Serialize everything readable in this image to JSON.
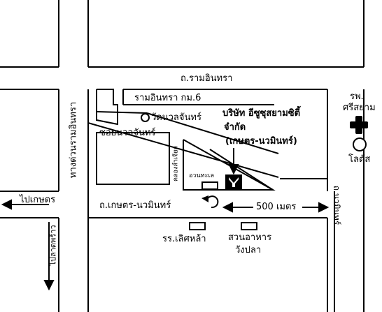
{
  "map": {
    "company": {
      "line1": "บริษัท อีซูซุสยามซิตี้",
      "line2": "จำกัด",
      "line3": "(เกษตร-นวมินทร์)",
      "logo_text": "ISUZU"
    },
    "roads": {
      "ram_inthra_top": "ถ.รามอินทรา",
      "ram_inthra_km6": "รามอินทรา กม.6",
      "soi_nuan_chan": "ซอยนวลจันทร์",
      "express_way": "ทางด่วนรามอินทรา",
      "kaset_nawamin": "ถ.เกษตร-นวมินทร์",
      "nawamin": "ถ.นวมินทร์",
      "khlong": "คลองลำเจียก",
      "to_kaset": "ไปเกษตร",
      "to_lat_phrao": "ไปลาดพร้าว"
    },
    "places": {
      "wat_nuan_chan": "วัดนวลจันทร์",
      "hospital_line1": "รพ.",
      "hospital_line2": "ศรีสยาม",
      "lotus": "โลตัส",
      "ocean_seafood": "อวนทะเล",
      "school": "รร.เลิศหล้า",
      "garden_line1": "สวนอาหาร",
      "garden_line2": "วังปลา"
    },
    "distance": "500 เมตร",
    "icons": [
      "hospital-cross-icon",
      "lotus-circle-icon",
      "temple-circle-icon",
      "u-turn-icon",
      "isuzu-logo-icon"
    ]
  }
}
